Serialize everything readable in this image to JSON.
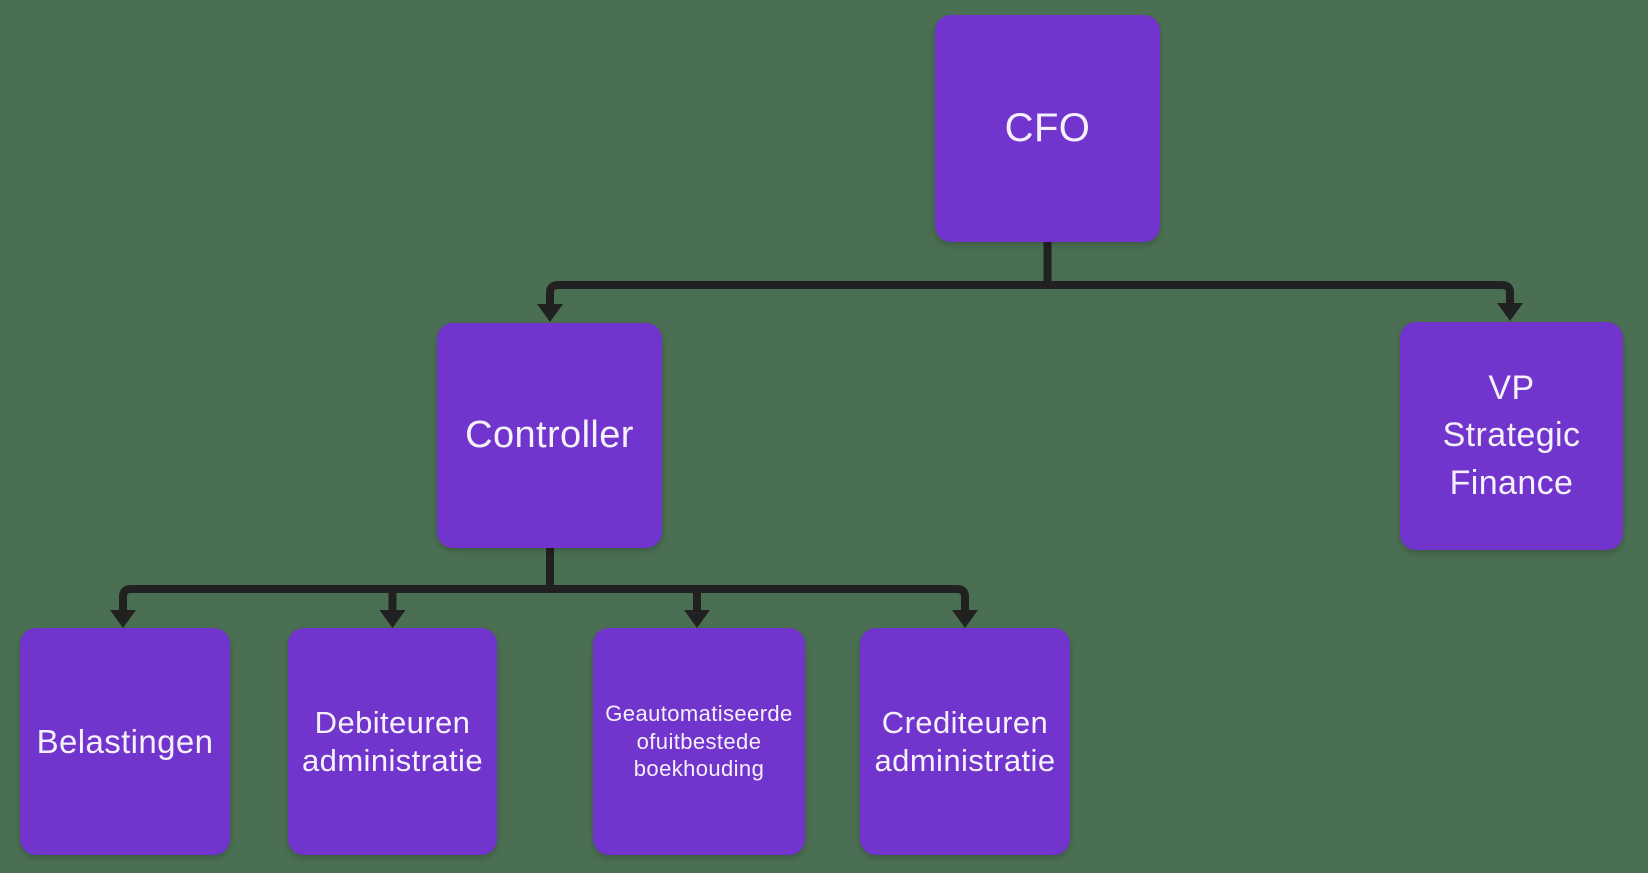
{
  "diagram": {
    "type": "org-chart",
    "background_color": "#4a6f52",
    "node_fill_color": "#7134cd",
    "node_text_color": "#f4f1fb",
    "connector_color": "#212121",
    "nodes": {
      "cfo": {
        "label": "CFO",
        "level": 1
      },
      "controller": {
        "label": "Controller",
        "level": 2,
        "reports_to": "cfo"
      },
      "vp_strategic_finance": {
        "label": "VP\nStrategic\nFinance",
        "level": 2,
        "reports_to": "cfo"
      },
      "belastingen": {
        "label": "Belastingen",
        "level": 3,
        "reports_to": "controller"
      },
      "debiteuren_administratie": {
        "label": "Debiteuren\nadministratie",
        "level": 3,
        "reports_to": "controller"
      },
      "geautomatiseerde_boekhouding": {
        "label": "Geautomatiseerde\nofuitbestede\nboekhouding",
        "level": 3,
        "reports_to": "controller"
      },
      "crediteuren_administratie": {
        "label": "Crediteuren\nadministratie",
        "level": 3,
        "reports_to": "controller"
      }
    }
  }
}
